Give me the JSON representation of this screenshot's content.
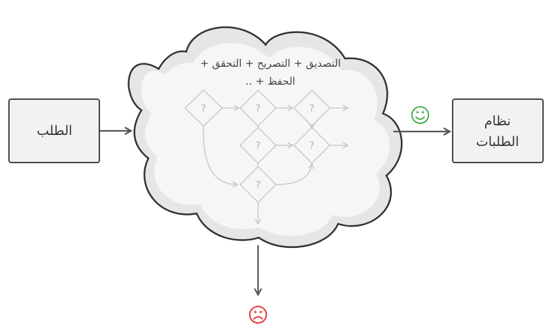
{
  "request_box": {
    "label": "الطلب"
  },
  "orders_box": {
    "line1": "نظام",
    "line2": "الطلبات"
  },
  "cloud": {
    "line1": "التصديق + التصريح + التحقق +",
    "line2": "الحفظ + .."
  },
  "decision_nodes": [
    "?",
    "?",
    "?",
    "?",
    "?",
    "?"
  ],
  "outcomes": {
    "success_icon": "smiley-happy-icon",
    "failure_icon": "smiley-sad-icon"
  },
  "colors": {
    "box_border": "#444444",
    "box_fill": "#f2f2f2",
    "cloud_outer": "#e6e6e6",
    "cloud_inner": "#f6f6f6",
    "cloud_stroke": "#333333",
    "flow": "#c4c4c4",
    "arrow": "#555555",
    "success": "#4caf50",
    "failure": "#e53935"
  }
}
